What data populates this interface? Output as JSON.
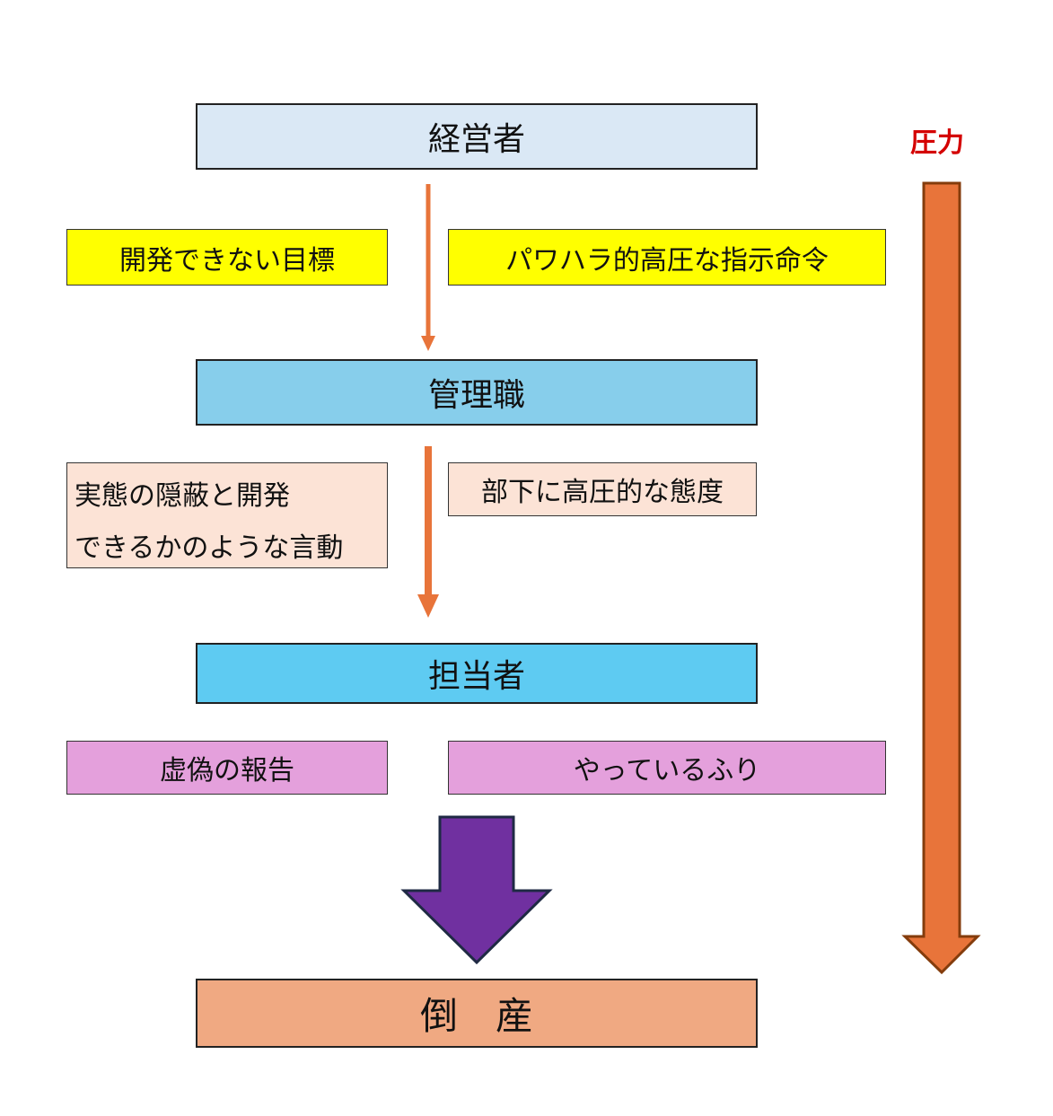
{
  "nodes": {
    "executive": "経営者",
    "manager": "管理職",
    "staff": "担当者",
    "bankruptcy": "倒　産"
  },
  "notes": {
    "executive_left": "開発できない目標",
    "executive_right": "パワハラ的高圧な指示命令",
    "manager_left_line1": "実態の隠蔽と開発",
    "manager_left_line2": "できるかのような言動",
    "manager_right": "部下に高圧的な態度",
    "staff_left": "虚偽の報告",
    "staff_right": "やっているふり"
  },
  "pressure_label": "圧力",
  "colors": {
    "executive_fill": "#dae8f5",
    "manager_fill": "#87ceeb",
    "staff_fill": "#5ecbf2",
    "bankruptcy_fill": "#f0a982",
    "yellow_note": "#ffff00",
    "peach_note": "#fce3d6",
    "pink_note": "#e4a0dc",
    "orange_arrow": "#e8743a",
    "purple_arrow": "#7030a0"
  }
}
